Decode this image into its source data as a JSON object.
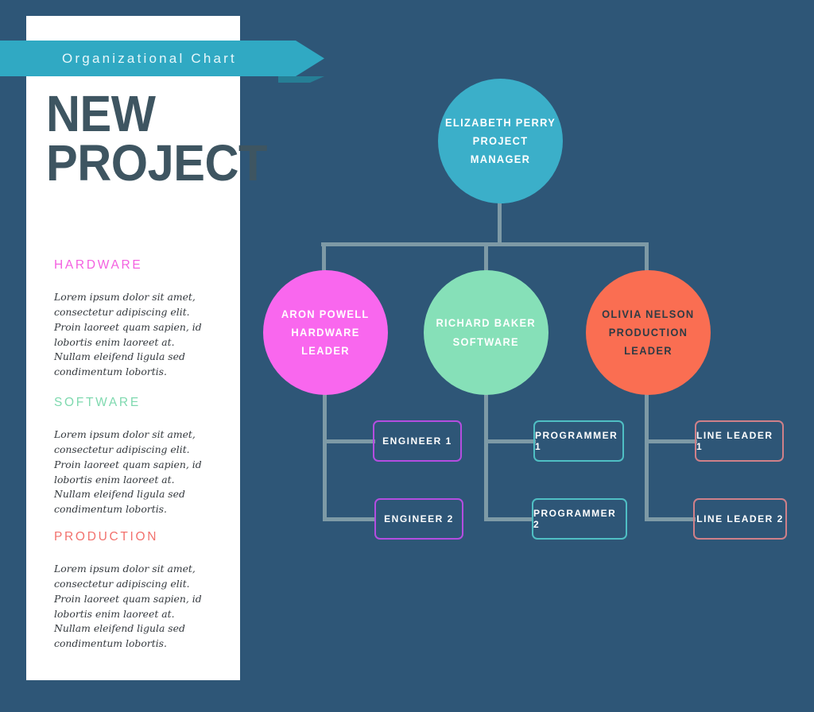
{
  "theme": {
    "background": "#2e5677",
    "panel": "#ffffff",
    "ribbon": "#30a9c3",
    "ribbon_fold": "#267f96",
    "connector": "#7e9aa6",
    "title_color": "#3e5561"
  },
  "ribbon": {
    "label": "Organizational Chart"
  },
  "title": {
    "line1": "NEW",
    "line2": "PROJECT"
  },
  "sections": [
    {
      "id": "hardware",
      "heading": "HARDWARE",
      "color": "#f45fe0",
      "body": "Lorem ipsum dolor sit amet, consectetur adipiscing elit. Proin laoreet quam sapien, id lobortis enim laoreet at. Nullam eleifend ligula sed condimentum lobortis."
    },
    {
      "id": "software",
      "heading": "SOFTWARE",
      "color": "#7fd9af",
      "body": "Lorem ipsum dolor sit amet, consectetur adipiscing elit. Proin laoreet quam sapien, id lobortis enim laoreet at. Nullam eleifend ligula sed condimentum lobortis."
    },
    {
      "id": "production",
      "heading": "PRODUCTION",
      "color": "#f2716d",
      "body": "Lorem ipsum dolor sit amet, consectetur adipiscing elit. Proin laoreet quam sapien, id lobortis enim laoreet at. Nullam eleifend ligula sed condimentum lobortis."
    }
  ],
  "chart_data": {
    "type": "diagram",
    "title": "Organizational Chart",
    "nodes": {
      "root": {
        "name": "ELIZABETH PERRY",
        "role": "PROJECT MANAGER",
        "shape": "circle",
        "fill": "#3bafc9",
        "text_color": "#ffffff"
      },
      "hardware": {
        "name": "ARON POWELL",
        "role": "HARDWARE LEADER",
        "shape": "circle",
        "fill": "#f967ee",
        "text_color": "#ffffff"
      },
      "software": {
        "name": "RICHARD BAKER",
        "role": "SOFTWARE",
        "shape": "circle",
        "fill": "#86e0b8",
        "text_color": "#ffffff"
      },
      "production": {
        "name": "OLIVIA NELSON",
        "role": "PRODUCTION LEADER",
        "shape": "circle",
        "fill": "#fa6e52",
        "text_color": "#2f3b44"
      }
    },
    "leaves": [
      {
        "id": "engineer-1",
        "label": "ENGINEER 1",
        "parent": "hardware",
        "border": "#b44de0"
      },
      {
        "id": "engineer-2",
        "label": "ENGINEER 2",
        "parent": "hardware",
        "border": "#b44de0"
      },
      {
        "id": "programmer-1",
        "label": "PROGRAMMER 1",
        "parent": "software",
        "border": "#4fbfc4"
      },
      {
        "id": "programmer-2",
        "label": "PROGRAMMER 2",
        "parent": "software",
        "border": "#4fbfc4"
      },
      {
        "id": "line-leader-1",
        "label": "LINE LEADER 1",
        "parent": "production",
        "border": "#cf8089"
      },
      {
        "id": "line-leader-2",
        "label": "LINE LEADER 2",
        "parent": "production",
        "border": "#cf8089"
      }
    ],
    "edges": [
      {
        "from": "root",
        "to": "hardware"
      },
      {
        "from": "root",
        "to": "software"
      },
      {
        "from": "root",
        "to": "production"
      },
      {
        "from": "hardware",
        "to": "engineer-1"
      },
      {
        "from": "hardware",
        "to": "engineer-2"
      },
      {
        "from": "software",
        "to": "programmer-1"
      },
      {
        "from": "software",
        "to": "programmer-2"
      },
      {
        "from": "production",
        "to": "line-leader-1"
      },
      {
        "from": "production",
        "to": "line-leader-2"
      }
    ]
  }
}
